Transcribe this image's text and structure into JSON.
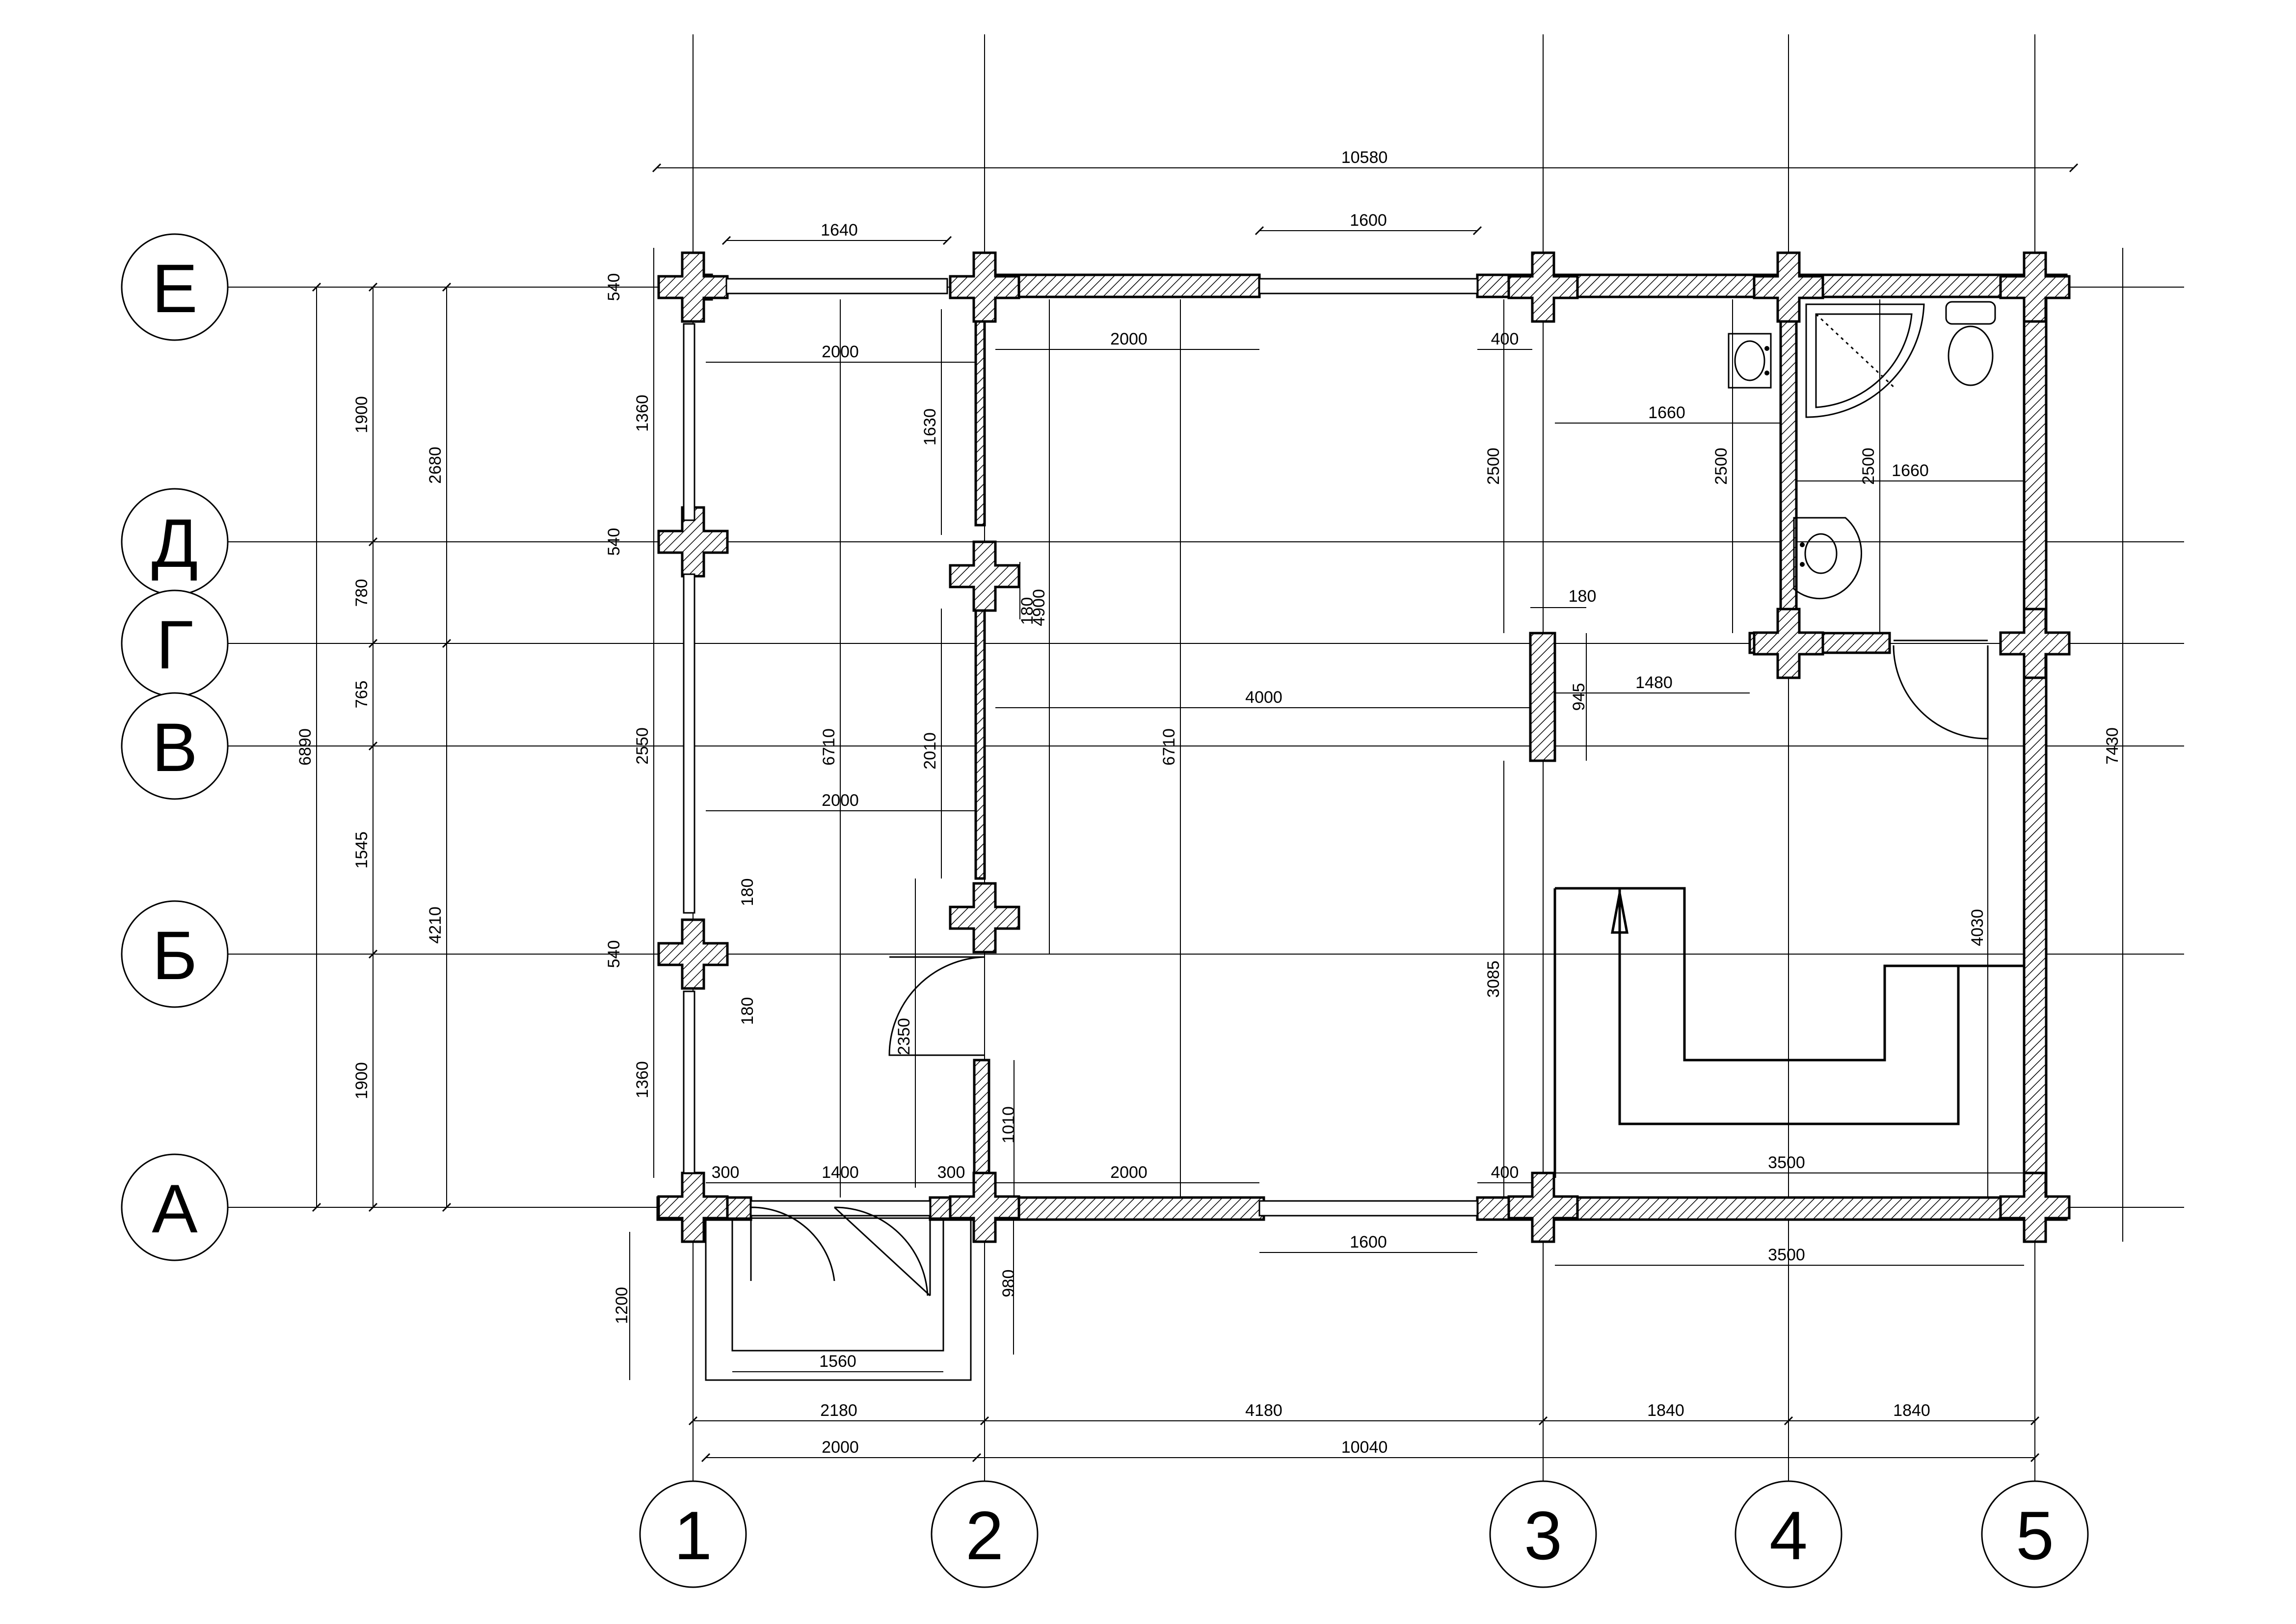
{
  "axes_letters": [
    "Е",
    "Д",
    "Г",
    "В",
    "Б",
    "А"
  ],
  "axes_numbers": [
    "1",
    "2",
    "3",
    "4",
    "5"
  ],
  "dims": {
    "top_overall": "10580",
    "top_win_left": "1640",
    "top_win_mid": "1600",
    "top_400": "400",
    "top_2000_left": "2000",
    "top_2000_mid": "2000",
    "e_540": "540",
    "d_540": "540",
    "b_540": "540",
    "l_1360_top": "1360",
    "l_2550": "2550",
    "l_1360_bot": "1360",
    "l_180_a": "180",
    "l_180_b": "180",
    "left_1900_top": "1900",
    "left_780": "780",
    "left_765": "765",
    "left_1545": "1545",
    "left_1900_bot": "1900",
    "left_2680": "2680",
    "left_4210": "4210",
    "left_6890": "6890",
    "c_6710_left": "6710",
    "c_2000_mid": "2000",
    "c_1630": "1630",
    "c_2010": "2010",
    "c_2350": "2350",
    "c_180": "180",
    "c_4900": "4900",
    "c_6710_mid": "6710",
    "c_4000": "4000",
    "c_2500_left": "2500",
    "c_3085": "3085",
    "c_180_post": "180",
    "c_945": "945",
    "c_1480": "1480",
    "c_1660_top": "1660",
    "c_2500_mid": "2500",
    "c_2500_right": "2500",
    "c_1660_right": "1660",
    "c_4030": "4030",
    "right_7430": "7430",
    "b_300_l": "300",
    "b_1400": "1400",
    "b_300_r": "300",
    "b_2000": "2000",
    "b_400": "400",
    "b_3500_in": "3500",
    "b_1600": "1600",
    "b_3500_out": "3500",
    "b_1200": "1200",
    "b_980": "980",
    "b_1010": "1010",
    "b_1560": "1560",
    "bot_2180": "2180",
    "bot_4180": "4180",
    "bot_1840_a": "1840",
    "bot_1840_b": "1840",
    "bot_2000": "2000",
    "bot_10040": "10040"
  }
}
